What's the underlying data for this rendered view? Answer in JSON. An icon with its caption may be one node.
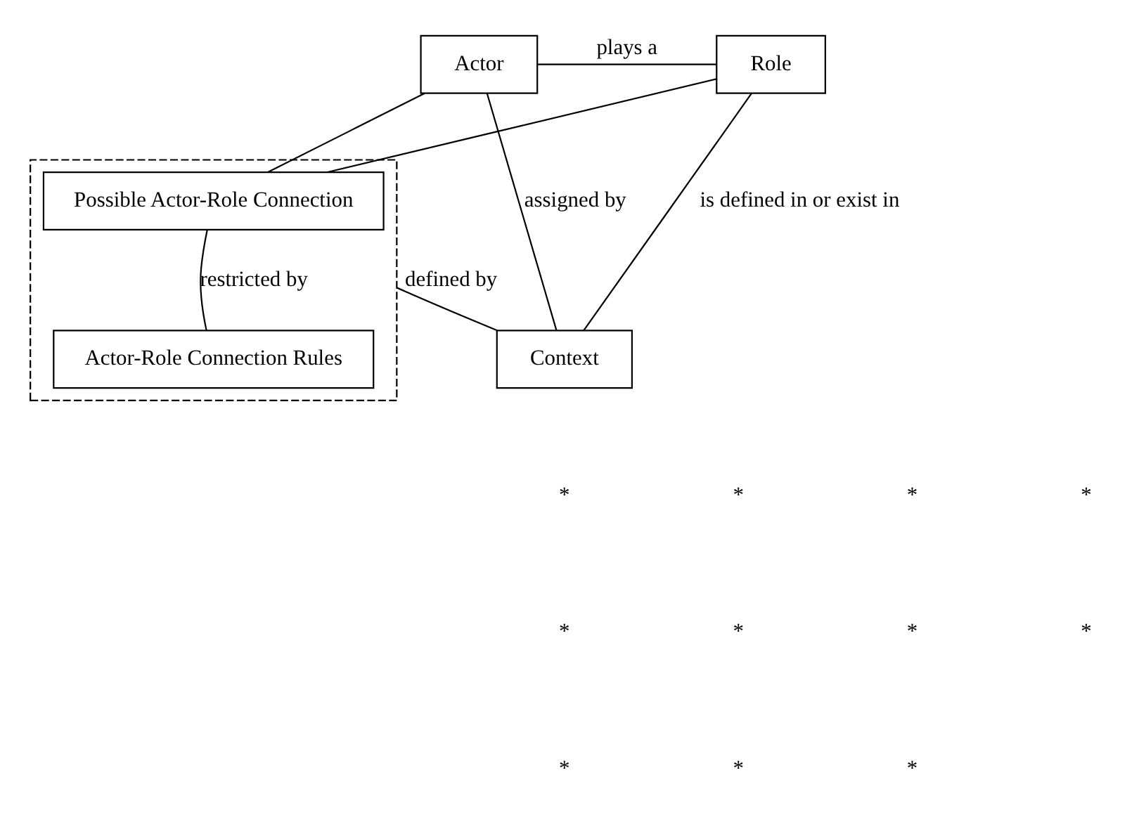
{
  "diagram": {
    "nodes": [
      {
        "text": [
          "Actor"
        ]
      },
      {
        "text": [
          "Role"
        ]
      },
      {
        "text": [],
        "shape": "box"
      },
      {
        "text": [
          "Possible Actor-Role Connection"
        ],
        "in": 2
      },
      {
        "text": [
          "Actor-Role Connection Rules"
        ],
        "in": 2
      },
      {
        "text": [
          "Context"
        ]
      }
    ],
    "edges": [
      {
        "from": 0,
        "to": 1,
        "arrow": "none",
        "label": "plays a"
      },
      {
        "from": 0,
        "to": 3,
        "arrow": "none"
      },
      {
        "from": 1,
        "to": 3,
        "arrow": "none"
      },
      {
        "from": 3,
        "to": 4,
        "arrow": "none",
        "label": "restricted by"
      },
      {
        "from": 2,
        "to": 5,
        "arrow": "none",
        "label": "defined by"
      },
      {
        "from": 0,
        "to": 5,
        "arrow": "none",
        "label": "assigned by"
      },
      {
        "from": 1,
        "to": 5,
        "arrow": "none",
        "label": "is defined in or exist in"
      }
    ],
    "labels": [
      "*",
      "*",
      "*",
      "*",
      "*",
      "*",
      "*",
      "*",
      "*",
      "*",
      "*"
    ]
  }
}
